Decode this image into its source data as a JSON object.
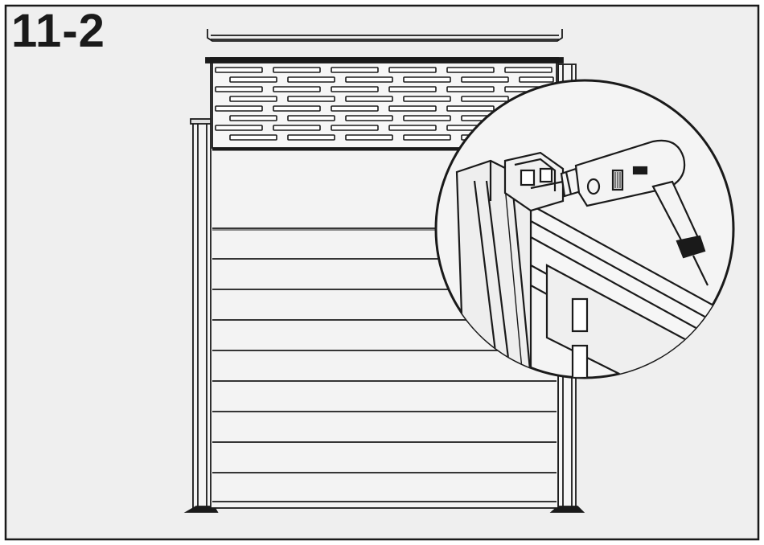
{
  "step": {
    "label": "11-2"
  },
  "colors": {
    "background": "#efefef",
    "line": "#1a1a1a",
    "panel": "#f3f3f3",
    "shade": "#bdbdbd"
  },
  "parts": {
    "top_rail": "top-rail-cap",
    "privacy_panel": "slotted-privacy-panel",
    "posts": [
      "left-post",
      "right-post"
    ],
    "boards": "horizontal-fence-boards",
    "detail": "drill-attaching-post-to-rail",
    "tool": "power-drill-icon"
  }
}
